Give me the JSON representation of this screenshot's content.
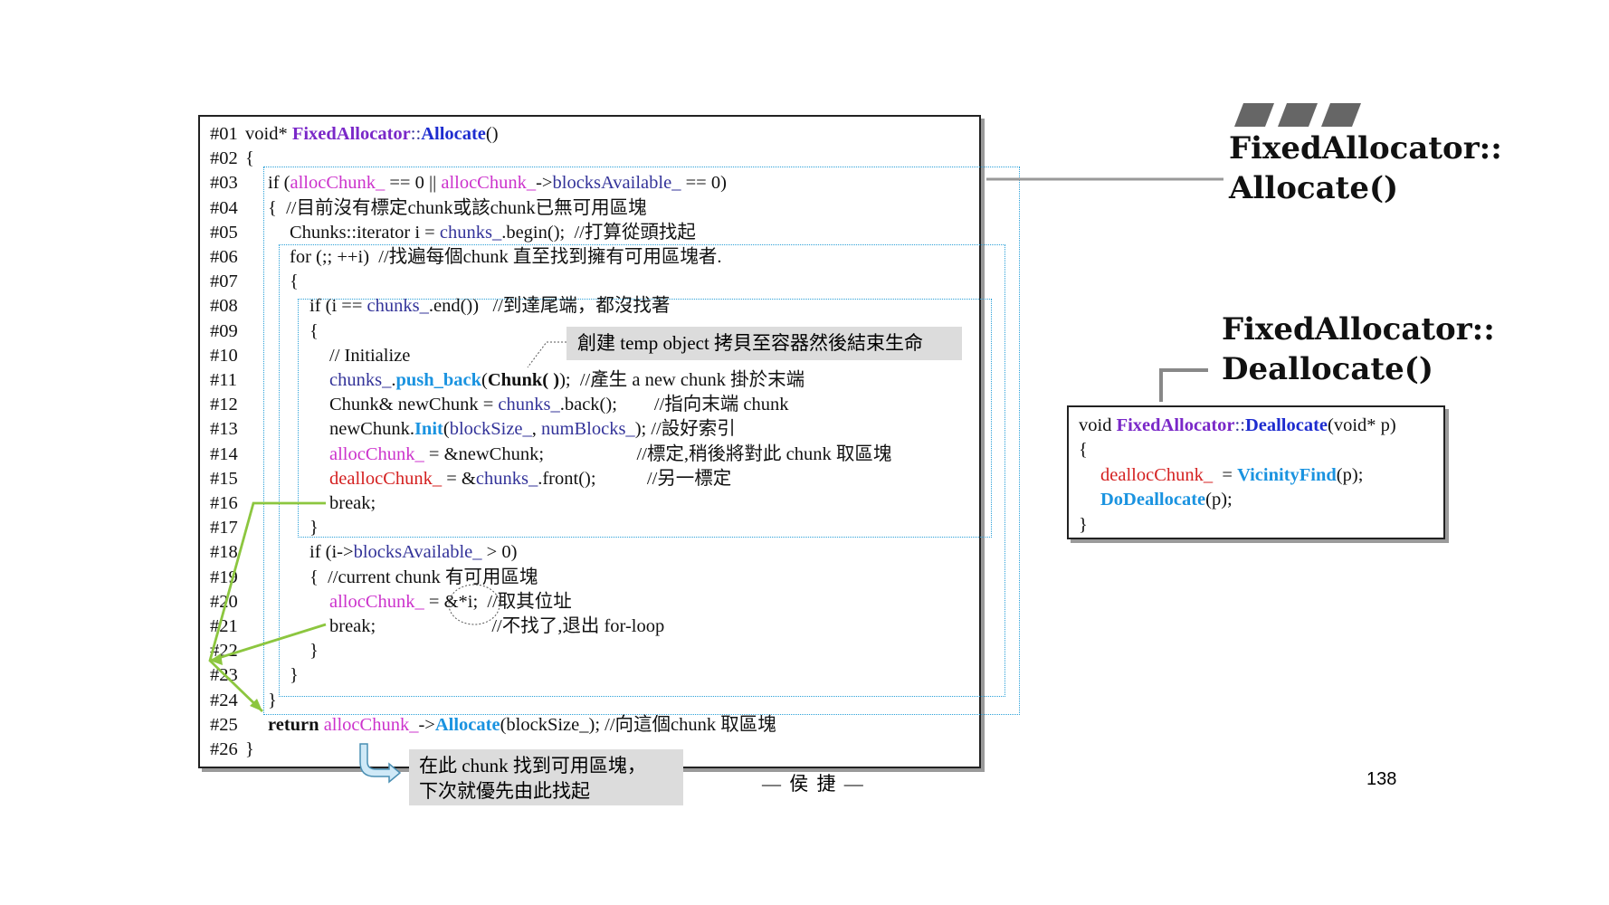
{
  "code": {
    "line_numbers": [
      "#01",
      "#02",
      "#03",
      "#04",
      "#05",
      "#06",
      "#07",
      "#08",
      "#09",
      "#10",
      "#11",
      "#12",
      "#13",
      "#14",
      "#15",
      "#16",
      "#17",
      "#18",
      "#19",
      "#20",
      "#21",
      "#22",
      "#23",
      "#24",
      "#25",
      "#26"
    ],
    "lines": [
      [
        {
          "t": "void* ",
          "c": ""
        },
        {
          "t": "FixedAllocator",
          "c": "kw bk"
        },
        {
          "t": "::",
          "c": "nv"
        },
        {
          "t": "Allocate",
          "c": "bl"
        },
        {
          "t": "()",
          "c": ""
        }
      ],
      [
        {
          "t": "{",
          "c": ""
        }
      ],
      [
        {
          "t": "if (",
          "c": ""
        },
        {
          "t": "allocChunk_",
          "c": "mg"
        },
        {
          "t": " == 0 || ",
          "c": ""
        },
        {
          "t": "allocChunk_",
          "c": "mg"
        },
        {
          "t": "->",
          "c": ""
        },
        {
          "t": "blocksAvailable_",
          "c": "nv"
        },
        {
          "t": " == 0)",
          "c": ""
        }
      ],
      [
        {
          "t": "{  //目前沒有標定chunk或該chunk已無可用區塊",
          "c": ""
        }
      ],
      [
        {
          "t": "Chunks::iterator i = ",
          "c": ""
        },
        {
          "t": "chunks_",
          "c": "nv"
        },
        {
          "t": ".begin();  //打算從頭找起",
          "c": ""
        }
      ],
      [
        {
          "t": "for (;; ++i)  //找遍每個chunk 直至找到擁有可用區塊者.",
          "c": ""
        }
      ],
      [
        {
          "t": "{",
          "c": ""
        }
      ],
      [
        {
          "t": "if (i == ",
          "c": ""
        },
        {
          "t": "chunks_",
          "c": "nv"
        },
        {
          "t": ".end())   //到達尾端，都沒找著",
          "c": ""
        }
      ],
      [
        {
          "t": "{",
          "c": ""
        }
      ],
      [
        {
          "t": "// Initialize",
          "c": ""
        }
      ],
      [
        {
          "t": "chunks_",
          "c": "nv"
        },
        {
          "t": ".",
          "c": ""
        },
        {
          "t": "push_back",
          "c": "cy"
        },
        {
          "t": "(",
          "c": ""
        },
        {
          "t": "Chunk( )",
          "c": "bk"
        },
        {
          "t": ");  //產生 a new chunk 掛於末端",
          "c": ""
        }
      ],
      [
        {
          "t": "Chunk& newChunk = ",
          "c": ""
        },
        {
          "t": "chunks_",
          "c": "nv"
        },
        {
          "t": ".back();        //指向末端 chunk",
          "c": ""
        }
      ],
      [
        {
          "t": "newChunk.",
          "c": ""
        },
        {
          "t": "Init",
          "c": "cy"
        },
        {
          "t": "(",
          "c": ""
        },
        {
          "t": "blockSize_",
          "c": "nv"
        },
        {
          "t": ", ",
          "c": ""
        },
        {
          "t": "numBlocks_",
          "c": "nv"
        },
        {
          "t": "); //設好索引",
          "c": ""
        }
      ],
      [
        {
          "t": "allocChunk_",
          "c": "mg"
        },
        {
          "t": " = &newChunk;                    //標定,稍後將對此 chunk 取區塊",
          "c": ""
        }
      ],
      [
        {
          "t": "deallocChunk_",
          "c": "rd"
        },
        {
          "t": " = &",
          "c": ""
        },
        {
          "t": "chunks_",
          "c": "nv"
        },
        {
          "t": ".front();           //另一標定",
          "c": ""
        }
      ],
      [
        {
          "t": "break;",
          "c": ""
        }
      ],
      [
        {
          "t": "}",
          "c": ""
        }
      ],
      [
        {
          "t": "if (i->",
          "c": ""
        },
        {
          "t": "blocksAvailable_",
          "c": "nv"
        },
        {
          "t": " > 0)",
          "c": ""
        }
      ],
      [
        {
          "t": "{  //current chunk 有可用區塊",
          "c": ""
        }
      ],
      [
        {
          "t": "allocChunk_",
          "c": "mg"
        },
        {
          "t": " = &*i;  //取其位址",
          "c": ""
        }
      ],
      [
        {
          "t": "break;                         //不找了,退出 for-loop",
          "c": ""
        }
      ],
      [
        {
          "t": "}",
          "c": ""
        }
      ],
      [
        {
          "t": "}",
          "c": ""
        }
      ],
      [
        {
          "t": "}",
          "c": ""
        }
      ],
      [
        {
          "t": "return ",
          "c": "bk"
        },
        {
          "t": "allocChunk_",
          "c": "mg"
        },
        {
          "t": "->",
          "c": ""
        },
        {
          "t": "Allocate",
          "c": "cy"
        },
        {
          "t": "(blockSize_); //向這個chunk 取區塊",
          "c": ""
        }
      ],
      [
        {
          "t": "}",
          "c": ""
        }
      ]
    ]
  },
  "callouts": {
    "temp_object": "創建 temp object 拷貝至容器然後結束生命",
    "found_line1": "在此 chunk 找到可用區塊，",
    "found_line2": "下次就優先由此找起"
  },
  "titles": {
    "allocate_1": "FixedAllocator::",
    "allocate_2": "Allocate()",
    "deallocate_1": "FixedAllocator::",
    "deallocate_2": "Deallocate()"
  },
  "dealloc_code": {
    "lines": [
      [
        {
          "t": "void ",
          "c": ""
        },
        {
          "t": "FixedAllocator",
          "c": "kw bk"
        },
        {
          "t": "::",
          "c": "nv"
        },
        {
          "t": "Deallocate",
          "c": "bl"
        },
        {
          "t": "(void* p)",
          "c": ""
        }
      ],
      [
        {
          "t": "{",
          "c": ""
        }
      ],
      [
        {
          "t": "deallocChunk_",
          "c": "rd"
        },
        {
          "t": "  = ",
          "c": ""
        },
        {
          "t": "VicinityFind",
          "c": "cy"
        },
        {
          "t": "(p);",
          "c": ""
        }
      ],
      [
        {
          "t": "DoDeallocate",
          "c": "cy"
        },
        {
          "t": "(p);",
          "c": ""
        }
      ],
      [
        {
          "t": "}",
          "c": ""
        }
      ]
    ]
  },
  "footer": {
    "author": "— 侯 捷 —",
    "page_number": "138"
  },
  "colors": {
    "class_name": "#7a28c8",
    "member": "#cc33cc",
    "method": "#1d2ccf",
    "call": "#1a93e0",
    "dealloc": "#d42020",
    "arrow": "#8cc63f",
    "dotted": "#2aa0d8"
  }
}
